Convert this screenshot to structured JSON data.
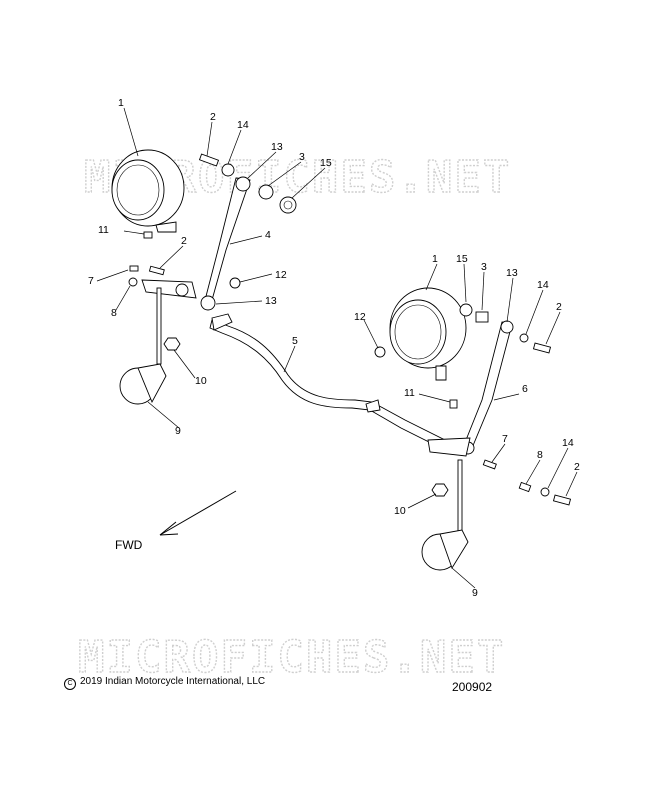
{
  "watermark": "MICROFICHES.NET",
  "direction_label": "FWD",
  "copyright": "2019 Indian Motorcycle International, LLC",
  "copyright_symbol": "C",
  "figure_number": "200902",
  "callouts": {
    "c1a": "1",
    "c2a": "2",
    "c14a": "14",
    "c13a": "13",
    "c3a": "3",
    "c15a": "15",
    "c4": "4",
    "c11a": "11",
    "c2b": "2",
    "c7a": "7",
    "c8a": "8",
    "c12a": "12",
    "c13b": "13",
    "c10a": "10",
    "c9a": "9",
    "c5": "5",
    "c12b": "12",
    "c1b": "1",
    "c15b": "15",
    "c3b": "3",
    "c13c": "13",
    "c14b": "14",
    "c2c": "2",
    "c6": "6",
    "c11b": "11",
    "c7b": "7",
    "c8b": "8",
    "c14c": "14",
    "c2d": "2",
    "c10b": "10",
    "c9b": "9"
  }
}
